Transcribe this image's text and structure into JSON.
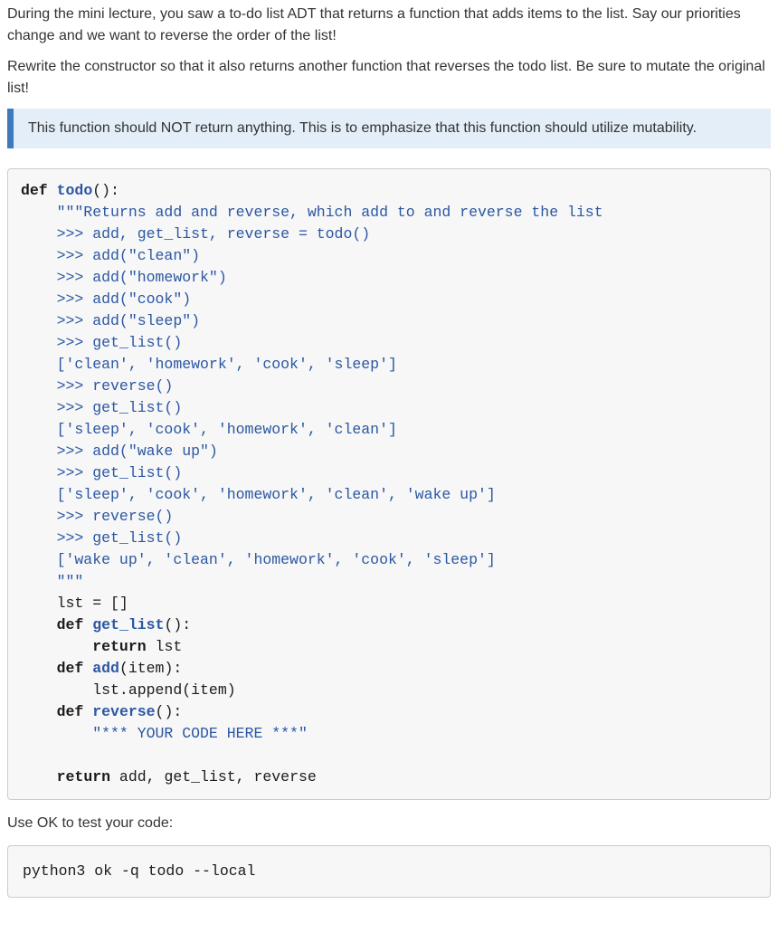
{
  "page": {
    "paragraph1": "During the mini lecture, you saw a to-do list ADT that returns a function that adds items to the list. Say our priorities change and we want to reverse the order of the list!",
    "paragraph2": "Rewrite the constructor so that it also returns another function that reverses the todo list. Be sure to mutate the original list!",
    "note_text": "This function should NOT return anything. This is to emphasize that this function should utilize mutability.",
    "ok_instruction": "Use OK to test your code:",
    "ok_command": "python3 ok -q todo --local"
  },
  "colors": {
    "accent_blue": "#2b57a3",
    "keyword_ink": "#1b1b1b",
    "note_background": "#e4eef8",
    "note_border": "#3d79bd",
    "code_background": "#f7f7f7",
    "code_border": "#cccccc"
  },
  "code_block": {
    "language": "python",
    "lines": [
      [
        {
          "c": "k",
          "t": "def"
        },
        {
          "c": "p",
          "t": " "
        },
        {
          "c": "f",
          "t": "todo"
        },
        {
          "c": "p",
          "t": "():"
        }
      ],
      [
        {
          "c": "s",
          "t": "    \"\"\"Returns add and reverse, which add to and reverse the list"
        }
      ],
      [
        {
          "c": "s",
          "t": "    >>> add, get_list, reverse = todo()"
        }
      ],
      [
        {
          "c": "s",
          "t": "    >>> add(\"clean\")"
        }
      ],
      [
        {
          "c": "s",
          "t": "    >>> add(\"homework\")"
        }
      ],
      [
        {
          "c": "s",
          "t": "    >>> add(\"cook\")"
        }
      ],
      [
        {
          "c": "s",
          "t": "    >>> add(\"sleep\")"
        }
      ],
      [
        {
          "c": "s",
          "t": "    >>> get_list()"
        }
      ],
      [
        {
          "c": "s",
          "t": "    ['clean', 'homework', 'cook', 'sleep']"
        }
      ],
      [
        {
          "c": "s",
          "t": "    >>> reverse()"
        }
      ],
      [
        {
          "c": "s",
          "t": "    >>> get_list()"
        }
      ],
      [
        {
          "c": "s",
          "t": "    ['sleep', 'cook', 'homework', 'clean']"
        }
      ],
      [
        {
          "c": "s",
          "t": "    >>> add(\"wake up\")"
        }
      ],
      [
        {
          "c": "s",
          "t": "    >>> get_list()"
        }
      ],
      [
        {
          "c": "s",
          "t": "    ['sleep', 'cook', 'homework', 'clean', 'wake up']"
        }
      ],
      [
        {
          "c": "s",
          "t": "    >>> reverse()"
        }
      ],
      [
        {
          "c": "s",
          "t": "    >>> get_list()"
        }
      ],
      [
        {
          "c": "s",
          "t": "    ['wake up', 'clean', 'homework', 'cook', 'sleep']"
        }
      ],
      [
        {
          "c": "s",
          "t": "    \"\"\""
        }
      ],
      [
        {
          "c": "p",
          "t": "    lst = []"
        }
      ],
      [
        {
          "c": "p",
          "t": "    "
        },
        {
          "c": "k",
          "t": "def"
        },
        {
          "c": "p",
          "t": " "
        },
        {
          "c": "f",
          "t": "get_list"
        },
        {
          "c": "p",
          "t": "():"
        }
      ],
      [
        {
          "c": "p",
          "t": "        "
        },
        {
          "c": "k",
          "t": "return"
        },
        {
          "c": "p",
          "t": " lst"
        }
      ],
      [
        {
          "c": "p",
          "t": "    "
        },
        {
          "c": "k",
          "t": "def"
        },
        {
          "c": "p",
          "t": " "
        },
        {
          "c": "f",
          "t": "add"
        },
        {
          "c": "p",
          "t": "(item):"
        }
      ],
      [
        {
          "c": "p",
          "t": "        lst.append(item)"
        }
      ],
      [
        {
          "c": "p",
          "t": "    "
        },
        {
          "c": "k",
          "t": "def"
        },
        {
          "c": "p",
          "t": " "
        },
        {
          "c": "f",
          "t": "reverse"
        },
        {
          "c": "p",
          "t": "():"
        }
      ],
      [
        {
          "c": "s",
          "t": "        \"*** YOUR CODE HERE ***\""
        }
      ],
      [],
      [
        {
          "c": "p",
          "t": "    "
        },
        {
          "c": "k",
          "t": "return"
        },
        {
          "c": "p",
          "t": " add, get_list, reverse"
        }
      ]
    ]
  }
}
